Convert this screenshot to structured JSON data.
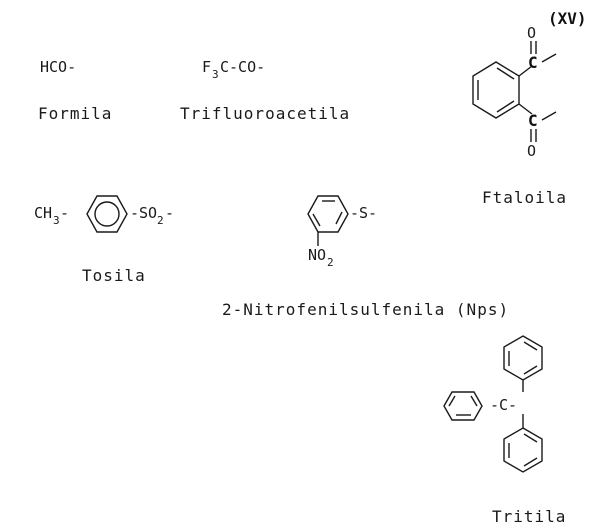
{
  "figure_tag": "(XV)",
  "formyl": {
    "formula": "HCO-",
    "name": "Formila"
  },
  "trifluoroacetyl": {
    "f3": "F",
    "f3_sub": "3",
    "rest": "C-CO-",
    "name": "Trifluoroacetila"
  },
  "phthaloyl": {
    "o_top": "O",
    "o_bottom": "O",
    "c_top": "C",
    "c_bottom": "C",
    "name": "Ftaloila"
  },
  "tosyl": {
    "ch3": "CH",
    "ch3_sub": "3",
    "ch3_dash": "-",
    "so2": "-SO",
    "so2_sub": "2",
    "so2_dash": "-",
    "name": "Tosila"
  },
  "nps": {
    "s_group": "-S-",
    "no2": "NO",
    "no2_sub": "2",
    "name": "2-Nitrofenilsulfenila (Nps)"
  },
  "trityl": {
    "center": "-C-",
    "name": "Tritila"
  }
}
